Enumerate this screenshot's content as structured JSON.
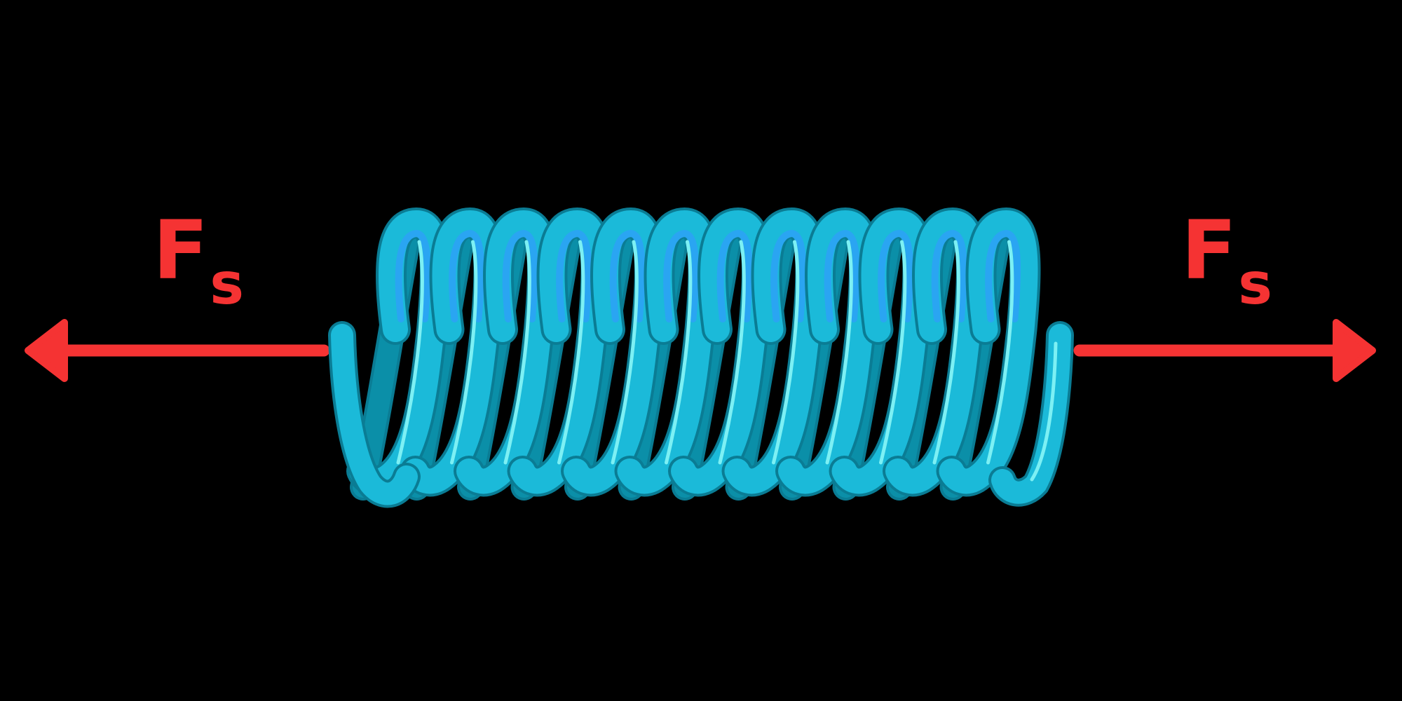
{
  "colors": {
    "background": "#000000",
    "arrow": "#F53333",
    "spring_main": "#1BBAD9",
    "spring_shadow": "#0B8FA8",
    "spring_outline": "#0A7C94",
    "spring_highlight": "#7CF0F4",
    "spring_top": "#2AA5F2"
  },
  "spring": {
    "coil_count": 12
  },
  "labels": {
    "left": {
      "main": "F",
      "sub": "s"
    },
    "right": {
      "main": "F",
      "sub": "s"
    }
  }
}
